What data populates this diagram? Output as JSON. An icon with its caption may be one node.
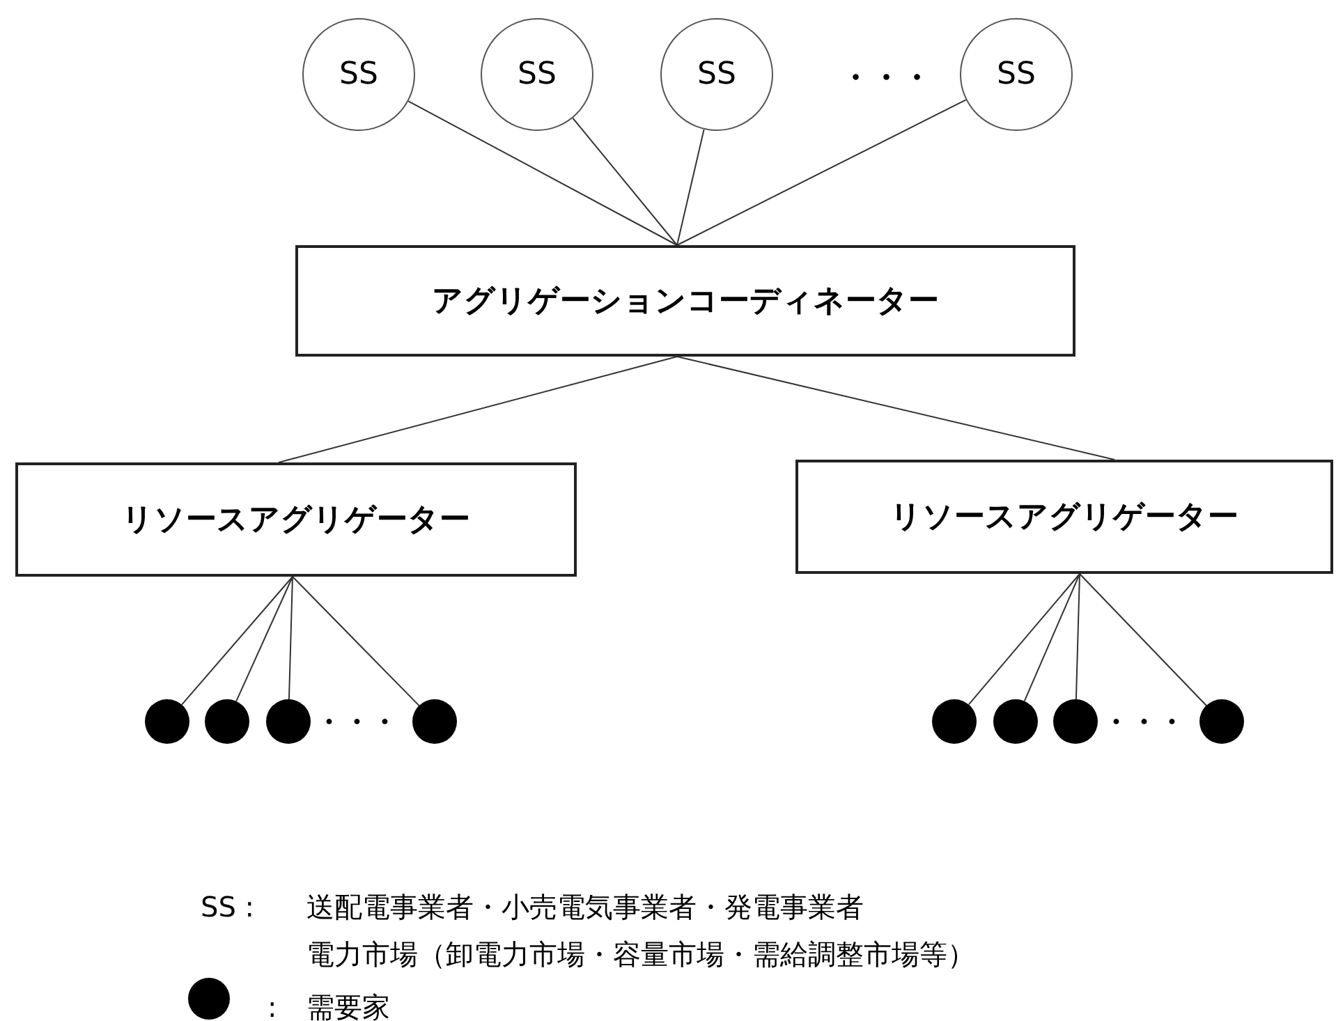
{
  "diagram": {
    "nodes": [
      {
        "text": [
          "SS"
        ]
      },
      {
        "text": [
          "SS"
        ]
      },
      {
        "text": [
          "SS"
        ]
      },
      {
        "text": [
          "SS"
        ]
      },
      {
        "text": [
          "アグリゲーションコーディネーター"
        ]
      },
      {
        "text": [
          "リソースアグリゲーター"
        ]
      },
      {
        "text": [
          "リソースアグリゲーター"
        ]
      },
      {
        "text": [],
        "shape": "circle"
      },
      {
        "text": [],
        "shape": "circle"
      },
      {
        "text": [],
        "shape": "circle"
      },
      {
        "text": [],
        "shape": "circle"
      },
      {
        "text": [],
        "shape": "circle"
      },
      {
        "text": [],
        "shape": "circle"
      },
      {
        "text": [],
        "shape": "circle"
      },
      {
        "text": [],
        "shape": "circle"
      }
    ],
    "edges": [
      {
        "from": 0,
        "to": 4,
        "arrow": "none"
      },
      {
        "from": 1,
        "to": 4,
        "arrow": "none"
      },
      {
        "from": 2,
        "to": 4,
        "arrow": "none"
      },
      {
        "from": 3,
        "to": 4,
        "arrow": "none"
      },
      {
        "from": 4,
        "to": 5,
        "arrow": "none"
      },
      {
        "from": 4,
        "to": 6,
        "arrow": "none"
      },
      {
        "from": 5,
        "to": 7,
        "arrow": "none"
      },
      {
        "from": 5,
        "to": 8,
        "arrow": "none"
      },
      {
        "from": 5,
        "to": 9,
        "arrow": "none"
      },
      {
        "from": 5,
        "to": 10,
        "arrow": "none"
      },
      {
        "from": 6,
        "to": 11,
        "arrow": "none"
      },
      {
        "from": 6,
        "to": 12,
        "arrow": "none"
      },
      {
        "from": 6,
        "to": 13,
        "arrow": "none"
      },
      {
        "from": 6,
        "to": 14,
        "arrow": "none"
      }
    ],
    "labels": [
      "・・・",
      "・・・",
      "・・・",
      "SS :",
      "送配電事業者・小売電気事業者・発電事業者",
      "電力市場（卸電力市場・容量市場・需給調整市場等）",
      ":"
    ],
    "legend": [
      {
        "text": "需要家",
        "color": "#000000"
      }
    ]
  }
}
